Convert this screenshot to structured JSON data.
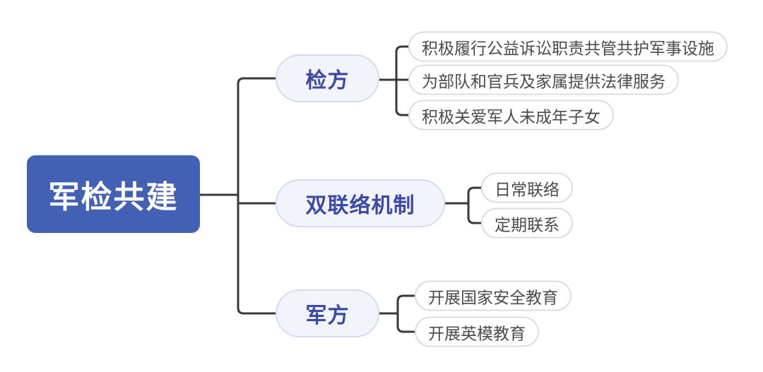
{
  "diagram": {
    "type": "mindmap",
    "root": {
      "label": "军检共建"
    },
    "branches": [
      {
        "label": "检方",
        "children": [
          "积极履行公益诉讼职责共管共护军事设施",
          "为部队和官兵及家属提供法律服务",
          "积极关爱军人未成年子女"
        ]
      },
      {
        "label": "双联络机制",
        "children": [
          "日常联络",
          "定期联系"
        ]
      },
      {
        "label": "军方",
        "children": [
          "开展国家安全教育",
          "开展英模教育"
        ]
      }
    ],
    "colors": {
      "root_bg": "#4260b4",
      "root_text": "#ffffff",
      "branch_bg": "#f2f4fc",
      "branch_border": "#d6daf1",
      "branch_text": "#3c4aa6",
      "leaf_bg": "#ffffff",
      "leaf_border": "#dcdcdc",
      "leaf_text": "#4b4b4b",
      "connector_line": "#383838",
      "background": "#ffffff"
    }
  }
}
